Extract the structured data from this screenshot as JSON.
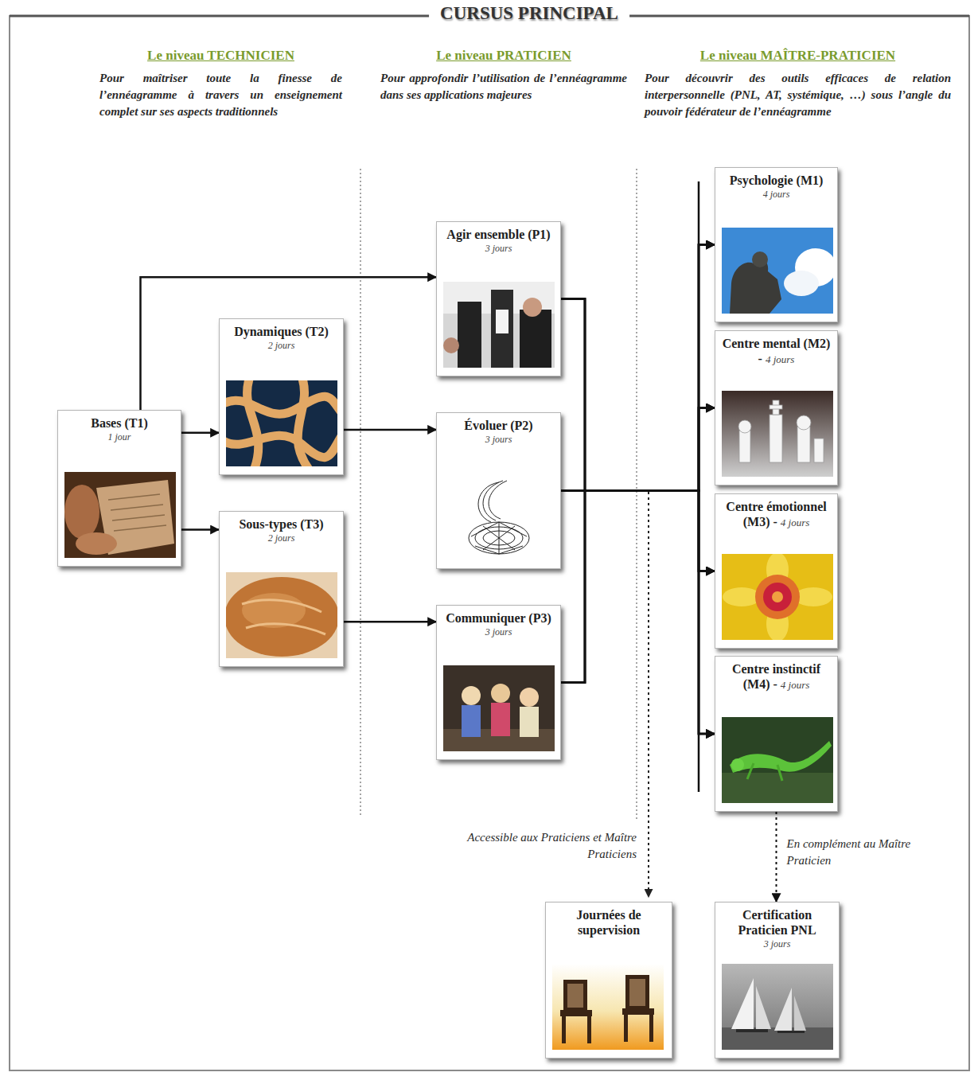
{
  "diagram": {
    "title": "CURSUS PRINCIPAL",
    "nodes": [
      {
        "text": [
          "Bases (T1)",
          "1 jour"
        ]
      },
      {
        "text": [
          "Dynamiques (T2)",
          "2 jours"
        ]
      },
      {
        "text": [
          "Sous-types (T3)",
          "2 jours"
        ]
      },
      {
        "text": [
          "Agir ensemble (P1)",
          "3 jours"
        ]
      },
      {
        "text": [
          "Évoluer (P2)",
          "3 jours"
        ]
      },
      {
        "text": [
          "Communiquer (P3)",
          "3 jours"
        ]
      },
      {
        "text": [
          "Psychologie (M1)",
          "4 jours"
        ]
      },
      {
        "text": [
          "Centre mental (M2) -",
          "4 jours"
        ]
      },
      {
        "text": [
          "Centre émotionnel (M3) -",
          "4 jours"
        ]
      },
      {
        "text": [
          "Centre instinctif (M4) -",
          "4 jours"
        ]
      },
      {
        "text": [
          "Journées de supervision"
        ]
      },
      {
        "text": [
          "Certification Praticien PNL",
          "3 jours"
        ]
      }
    ],
    "edges": [
      {
        "from": 0,
        "to": 3,
        "arrow": "to"
      },
      {
        "from": 0,
        "to": 1,
        "arrow": "to"
      },
      {
        "from": 0,
        "to": 2,
        "arrow": "to"
      },
      {
        "from": 1,
        "to": 4,
        "arrow": "to"
      },
      {
        "from": 2,
        "to": 5,
        "arrow": "to"
      },
      {
        "from": 3,
        "to": 6,
        "arrow": "to"
      },
      {
        "from": 3,
        "to": 7,
        "arrow": "to"
      },
      {
        "from": 3,
        "to": 8,
        "arrow": "to"
      },
      {
        "from": 3,
        "to": 9,
        "arrow": "to"
      },
      {
        "from": 4,
        "to": 6,
        "arrow": "to"
      },
      {
        "from": 4,
        "to": 7,
        "arrow": "to"
      },
      {
        "from": 4,
        "to": 8,
        "arrow": "to"
      },
      {
        "from": 4,
        "to": 9,
        "arrow": "to"
      },
      {
        "from": 5,
        "to": 6,
        "arrow": "to"
      },
      {
        "from": 5,
        "to": 7,
        "arrow": "to"
      },
      {
        "from": 5,
        "to": 8,
        "arrow": "to"
      },
      {
        "from": 5,
        "to": 9,
        "arrow": "to"
      },
      {
        "from": 9,
        "to": 11,
        "label": "En complément au Maître Praticien",
        "arrow": "to"
      }
    ],
    "labels": [
      "Le niveau TECHNICIEN",
      "Pour maîtriser toute la finesse de l’ennéagramme à travers un enseignement complet sur ses aspects traditionnels",
      "Le niveau PRATICIEN",
      "Pour approfondir l’utilisation de l’ennéagramme dans ses applications majeures",
      "Le niveau MAÎTRE-PRATICIEN",
      "Pour découvrir des outils efficaces de relation interpersonnelle (PNL, AT, systémique, …) sous l’angle du pouvoir fédérateur de l’ennéagramme",
      "Accessible aux Praticiens et Maître Praticiens"
    ]
  }
}
